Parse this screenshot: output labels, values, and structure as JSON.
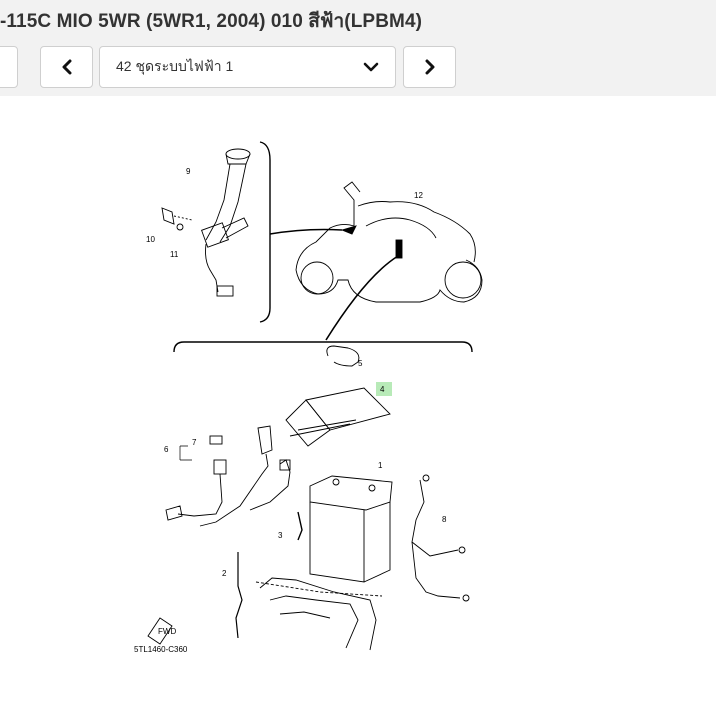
{
  "header": {
    "title": "-115C MIO 5WR (5WR1, 2004) 010 สีฟ้า(LPBM4)"
  },
  "nav": {
    "prev_icon": "chevron-left-icon",
    "next_icon": "chevron-right-icon",
    "selected_section": "42 ชุดระบบไฟฟ้า 1",
    "dropdown_icon": "chevron-down-icon"
  },
  "diagram": {
    "part_labels": [
      "9",
      "10",
      "11",
      "12",
      "5",
      "4",
      "7",
      "6",
      "1",
      "3",
      "8",
      "2"
    ],
    "highlighted_part": "4",
    "fwd_label": "FWD",
    "code": "5TL1460-C360"
  },
  "colors": {
    "highlight": "#b8eab8",
    "topbar": "#f2f2f2"
  }
}
